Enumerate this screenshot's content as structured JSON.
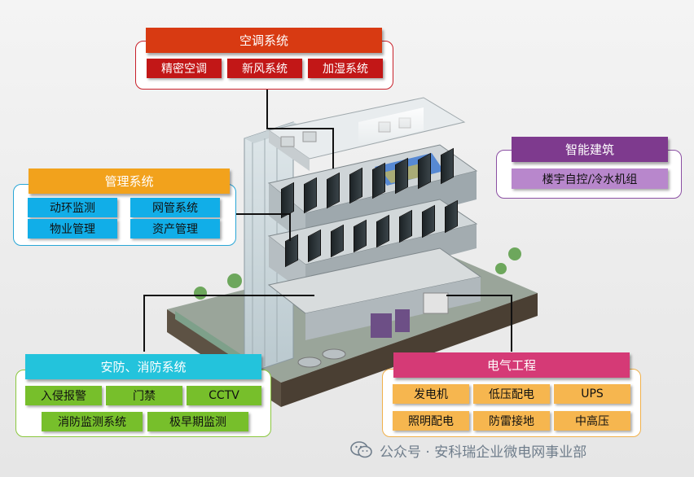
{
  "colors": {
    "ac": "#d83a12",
    "ac_item": "#c21717",
    "ac_border": "#c8202a",
    "mgmt": "#f2a21c",
    "mgmt_item": "#11aee8",
    "mgmt_border": "#29a6d6",
    "smart": "#7e3a8e",
    "smart_item": "#b887cc",
    "smart_border": "#8b4fa3",
    "security": "#23c3dc",
    "security_item": "#77bf2b",
    "security_border": "#8ac73d",
    "electric": "#d53a76",
    "electric_item": "#f6b64f",
    "electric_border": "#f0b04a"
  },
  "ac_system": {
    "title": "空调系统",
    "items": [
      "精密空调",
      "新风系统",
      "加湿系统"
    ]
  },
  "management": {
    "title": "管理系统",
    "items": [
      "动环监测",
      "网管系统",
      "物业管理",
      "资产管理"
    ]
  },
  "smart_building": {
    "title": "智能建筑",
    "items": [
      "楼宇自控/冷水机组"
    ]
  },
  "security": {
    "title": "安防、消防系统",
    "items": [
      "入侵报警",
      "门禁",
      "CCTV",
      "消防监测系统",
      "极早期监测"
    ]
  },
  "electrical": {
    "title": "电气工程",
    "items": [
      "发电机",
      "低压配电",
      "UPS",
      "照明配电",
      "防雷接地",
      "中高压"
    ]
  },
  "watermark": {
    "text": "公众号 · 安科瑞企业微电网事业部",
    "icon": "wechat-icon"
  }
}
